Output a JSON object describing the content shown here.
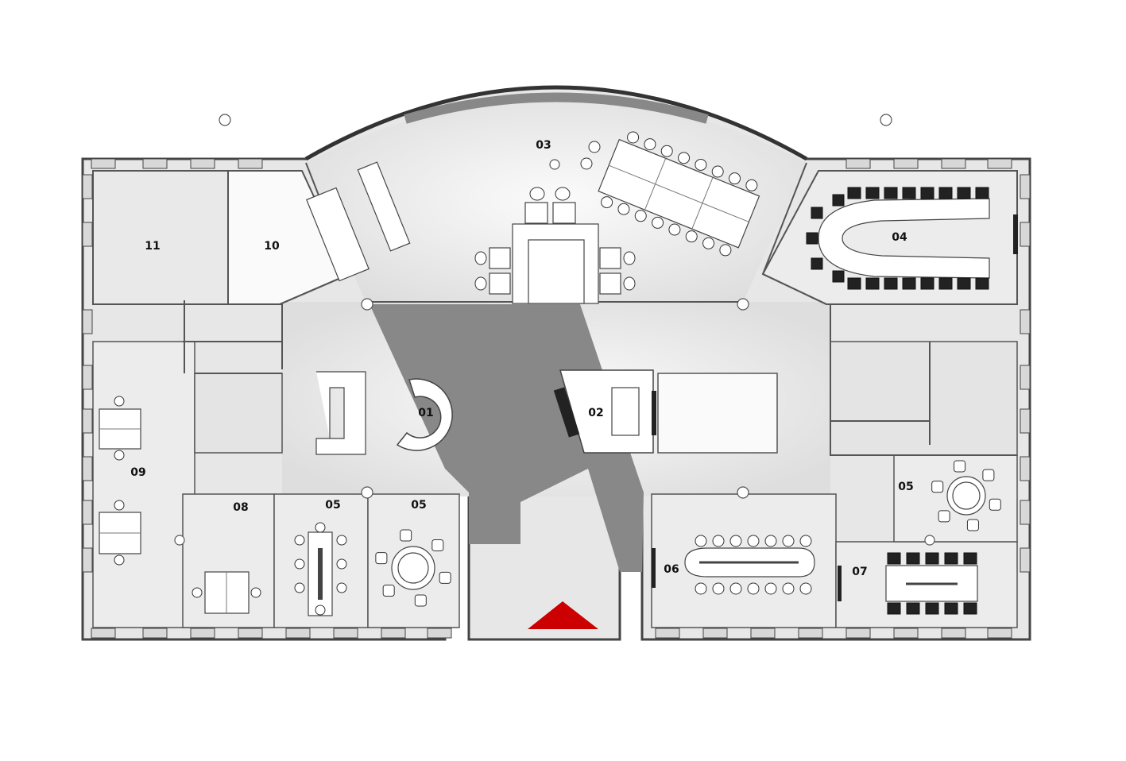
{
  "labels": {
    "r01": "01",
    "r02": "02",
    "r03": "03",
    "r04": "04",
    "r05a": "05",
    "r05b": "05",
    "r05c": "05",
    "r06": "06",
    "r07": "07",
    "r08": "08",
    "r09": "09",
    "r10": "10",
    "r11": "11"
  },
  "colors": {
    "floor": "#e6e6e6",
    "room": "#ececec",
    "atrium": "#888888",
    "walls": "#555555",
    "entrance_marker": "#cc0000"
  },
  "icons": {
    "entrance": "entrance-arrow-icon"
  }
}
